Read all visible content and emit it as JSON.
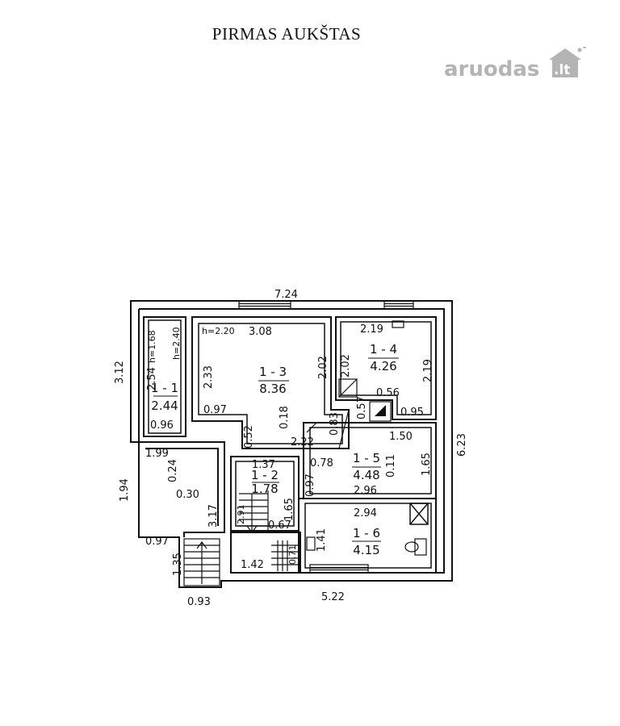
{
  "title": "PIRMAS AUKŠTAS",
  "watermark": {
    "text": "aruodas",
    "suffix": ".lt",
    "color": "#b4b4b4"
  },
  "rooms": [
    {
      "id": "1 - 1",
      "area": "2.44"
    },
    {
      "id": "1 - 2",
      "area": "1.78"
    },
    {
      "id": "1 - 3",
      "area": "8.36"
    },
    {
      "id": "1 - 4",
      "area": "4.26"
    },
    {
      "id": "1 - 5",
      "area": "4.48"
    },
    {
      "id": "1 - 6",
      "area": "4.15"
    }
  ],
  "dimensions": {
    "top": "7.24",
    "right": "6.23",
    "bottom": "5.22",
    "left_upper": "3.12",
    "left_lower": "1.94",
    "d_097_left": "0.97",
    "d_135": "1.35",
    "d_093": "0.93",
    "r1_h254": "2.54",
    "r1_h168": "h=1.68",
    "r1_h240": "h=2.40",
    "r1_096": "0.96",
    "r3_h220": "h=2.20",
    "r3_308": "3.08",
    "r3_233": "2.33",
    "r3_097": "0.97",
    "r3_202": "2.02",
    "r3_052": "0.52",
    "r3_018": "0.18",
    "r3_083": "0.83",
    "r3_222": "2.22",
    "r4_219_top": "2.19",
    "r4_202": "2.02",
    "r4_219_side": "2.19",
    "r4_056": "0.56",
    "r4_057": "0.57",
    "r4_095": "0.95",
    "hall_199": "1.99",
    "hall_024": "0.24",
    "hall_030": "0.30",
    "hall_317": "3.17",
    "r2_137": "1.37",
    "r2_165": "1.65",
    "r2_291": "2.91",
    "r2_067": "0.67",
    "r2_142": "1.42",
    "r2_071": "0.71",
    "r5_150": "1.50",
    "r5_078": "0.78",
    "r5_097": "0.97",
    "r5_011": "0.11",
    "r5_165": "1.65",
    "r5_296": "2.96",
    "r6_294": "2.94",
    "r6_141": "1.41"
  }
}
